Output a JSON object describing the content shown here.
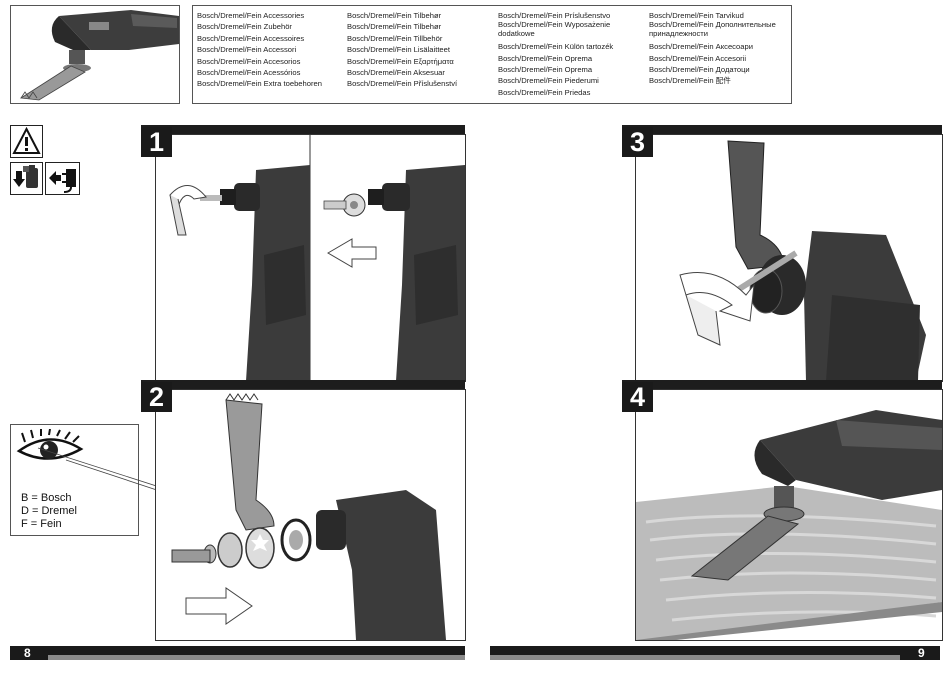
{
  "accessories": {
    "col1": [
      "Bosch/Dremel/Fein Accessories",
      "Bosch/Dremel/Fein Zubehör",
      "Bosch/Dremel/Fein Accessoires",
      "Bosch/Dremel/Fein Accessori",
      "Bosch/Dremel/Fein Accesorios",
      "Bosch/Dremel/Fein Acessórios",
      "Bosch/Dremel/Fein Extra toebehoren"
    ],
    "col2": [
      "Bosch/Dremel/Fein Tilbehør",
      "Bosch/Dremel/Fein Tilbehør",
      "Bosch/Dremel/Fein Tillbehör",
      "Bosch/Dremel/Fein Lisälaitteet",
      "Bosch/Dremel/Fein Εξαρτήματα",
      "Bosch/Dremel/Fein Aksesuar",
      "Bosch/Dremel/Fein Příslušenství"
    ],
    "col3": [
      "Bosch/Dremel/Fein Príslušenstvo",
      "Bosch/Dremel/Fein Wyposażenie dodatkowe",
      "Bosch/Dremel/Fein Külön tartozék",
      "Bosch/Dremel/Fein Oprema",
      "Bosch/Dremel/Fein Oprema",
      "Bosch/Dremel/Fein Piederumi",
      "Bosch/Dremel/Fein Priedas"
    ],
    "col4": [
      "Bosch/Dremel/Fein Tarvikud",
      "Bosch/Dremel/Fein Дополнительные принадлежности",
      "Bosch/Dremel/Fein Аксесоари",
      "Bosch/Dremel/Fein Accesorii",
      "Bosch/Dremel/Fein Додатоци",
      "Bosch/Dremel/Fein 配件"
    ]
  },
  "steps": {
    "s1": "1",
    "s2": "2",
    "s3": "3",
    "s4": "4"
  },
  "legend": {
    "b": "B = Bosch",
    "d": "D = Dremel",
    "f": "F = Fein"
  },
  "pages": {
    "left": "8",
    "right": "9"
  },
  "icons": [
    "warning-triangle-icon",
    "book-icon",
    "battery-remove-icon",
    "unplug-icon"
  ],
  "colors": {
    "bar": "#1d1d1d",
    "tool": "#3a3a3a",
    "accent": "#8a8a8a"
  }
}
